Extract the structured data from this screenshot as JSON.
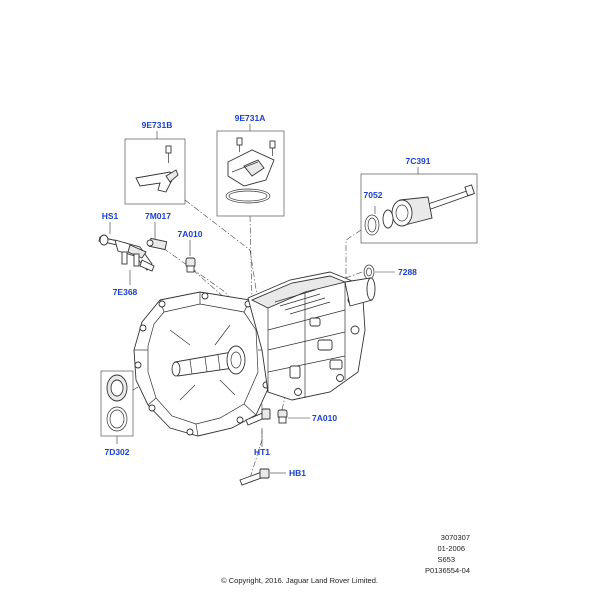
{
  "callouts": {
    "c_9E731B": "9E731B",
    "c_9E731A": "9E731A",
    "c_7C391": "7C391",
    "c_7052": "7052",
    "c_HS1": "HS1",
    "c_7M017": "7M017",
    "c_7A010_top": "7A010",
    "c_7E368": "7E368",
    "c_7288": "7288",
    "c_7D302": "7D302",
    "c_7A010_bottom": "7A010",
    "c_HT1": "HT1",
    "c_HB1": "HB1"
  },
  "meta": {
    "number": "3070307",
    "date": "01-2006",
    "model": "S653",
    "ref": "P0136554-04",
    "copyright": "© Copyright, 2016. Jaguar Land Rover Limited."
  },
  "colors": {
    "label": "#1a3fd0",
    "line": "#333333"
  }
}
